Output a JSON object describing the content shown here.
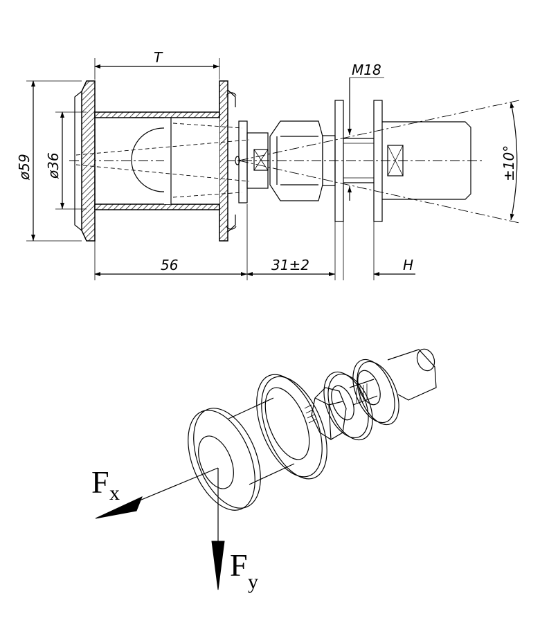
{
  "drawing": {
    "dimensions": {
      "t": "T",
      "m18": "M18",
      "d59": "ø59",
      "d36": "ø36",
      "len56": "56",
      "len31": "31±2",
      "h": "H",
      "angle": "±10°"
    },
    "forces": {
      "fx_main": "F",
      "fx_sub": "x",
      "fy_main": "F",
      "fy_sub": "y"
    }
  }
}
